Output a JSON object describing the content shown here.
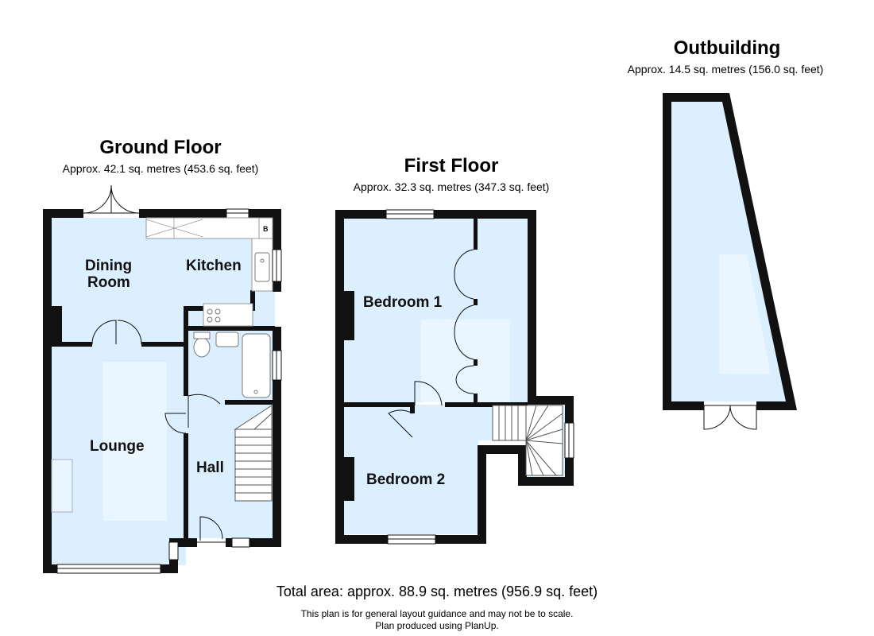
{
  "floors": {
    "ground": {
      "title": "Ground Floor",
      "area": "Approx. 42.1 sq. metres (453.6 sq. feet)"
    },
    "first": {
      "title": "First Floor",
      "area": "Approx. 32.3 sq. metres (347.3 sq. feet)"
    },
    "outbuilding": {
      "title": "Outbuilding",
      "area": "Approx. 14.5 sq. metres (156.0 sq. feet)"
    }
  },
  "rooms": {
    "dining_line1": "Dining",
    "dining_line2": "Room",
    "kitchen": "Kitchen",
    "lounge": "Lounge",
    "hall": "Hall",
    "bedroom1": "Bedroom 1",
    "bedroom2": "Bedroom 2",
    "boiler": "B"
  },
  "footer": {
    "total": "Total area: approx. 88.9 sq. metres (956.9 sq. feet)",
    "disclaimer": "This plan is for general layout guidance and may not be to scale.",
    "credit": "Plan produced using PlanUp."
  },
  "colors": {
    "wall": "#111111",
    "floor": "#dcefff",
    "floor_light": "#eaf6ff",
    "fixture": "#ffffff"
  }
}
